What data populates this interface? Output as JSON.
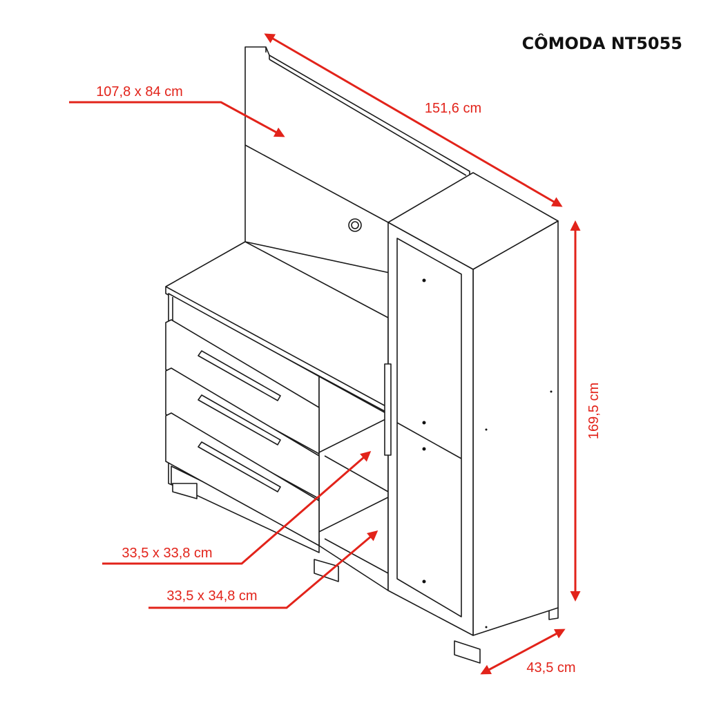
{
  "title": "CÔMODA NT5055",
  "dimensions": {
    "panel": "107,8 x 84 cm",
    "width": "151,6 cm",
    "height": "169,5 cm",
    "niche_upper": "33,5 x 33,8 cm",
    "niche_lower": "33,5 x 34,8 cm",
    "depth": "43,5 cm"
  },
  "colors": {
    "dimension": "#e2231a",
    "outline": "#1a1a1a"
  }
}
